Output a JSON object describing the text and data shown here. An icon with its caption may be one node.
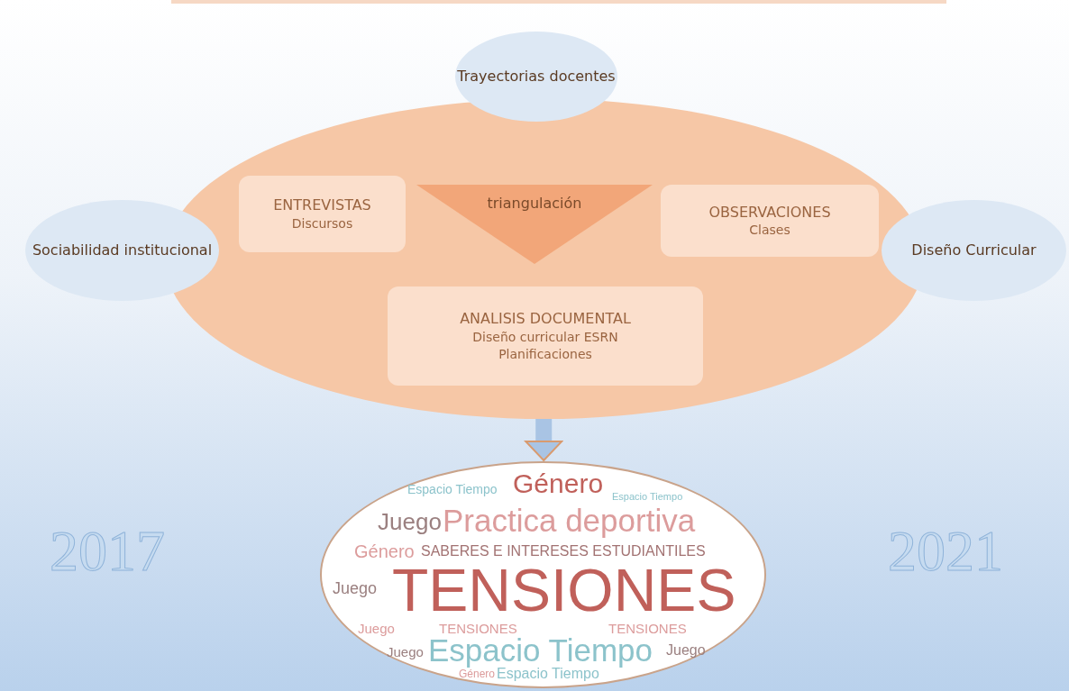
{
  "diagram": {
    "nodes": [
      {
        "text": [],
        "shape": "ellipse"
      },
      {
        "text": [
          "Trayectorias docentes"
        ]
      },
      {
        "text": [
          "Sociabilidad institucional"
        ]
      },
      {
        "text": [
          "Diseño Curricular"
        ]
      },
      {
        "text": [
          "ENTREVISTAS",
          "Discursos"
        ],
        "in": 0
      },
      {
        "text": [
          "triangulación"
        ],
        "in": 0
      },
      {
        "text": [
          "OBSERVACIONES",
          "Clases"
        ],
        "in": 0
      },
      {
        "text": [
          "ANALISIS DOCUMENTAL",
          "Diseño curricular ESRN",
          "Planificaciones"
        ],
        "in": 0
      },
      {
        "text": [
          "Espacio Tiempo",
          "Género",
          "Espacio Tiempo",
          "Juego",
          "Practica deportiva",
          "Género",
          "SABERES E INTERESES ESTUDIANTILES",
          "Juego",
          "TENSIONES",
          "Juego",
          "TENSIONES",
          "TENSIONES",
          "Juego",
          "Espacio Tiempo",
          "Juego",
          "Género",
          "Espacio Tiempo"
        ]
      }
    ],
    "edges": [
      {
        "from": 0,
        "to": 8,
        "arrow": "to"
      }
    ],
    "labels": [
      "2017",
      "2021"
    ]
  }
}
